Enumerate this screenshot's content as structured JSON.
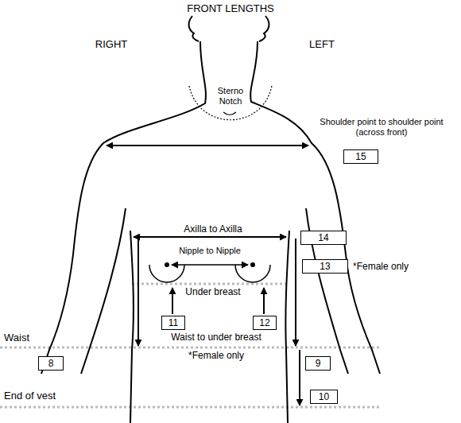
{
  "diagram": {
    "title": "FRONT LENGTHS",
    "nodes": [
      {
        "text": [
          "15"
        ]
      },
      {
        "text": [
          "14"
        ]
      },
      {
        "text": [
          "13"
        ]
      },
      {
        "text": [
          "11"
        ]
      },
      {
        "text": [
          "12"
        ]
      },
      {
        "text": [
          "8"
        ]
      },
      {
        "text": [
          "9"
        ]
      },
      {
        "text": [
          "10"
        ]
      }
    ],
    "labels": [
      "RIGHT",
      "LEFT",
      "Sterno Notch",
      "Shoulder point to shoulder point (across front)",
      "Axilla to Axilla",
      "Nipple to Nipple",
      "*Female only",
      "Under breast",
      "Waist to under breast",
      "*Female only",
      "Waist",
      "End of vest"
    ]
  }
}
